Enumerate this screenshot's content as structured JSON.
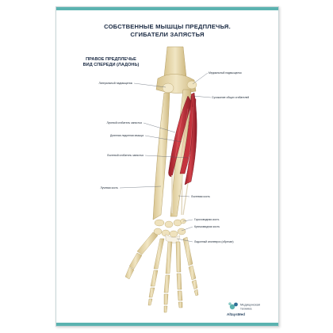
{
  "poster": {
    "title_line1": "СОБСТВЕННЫЕ МЫШЦЫ ПРЕДПЛЕЧЬЯ.",
    "title_line2": "СГИБАТЕЛИ ЗАПЯСТЬЯ",
    "subtitle_line1": "ПРАВОЕ ПРЕДПЛЕЧЬЕ",
    "subtitle_line2": "ВИД СПЕРЕДИ (ЛАДОНЬ)",
    "accent_color": "#5bb3b0",
    "muscle_color": "#c0303a",
    "bone_color": "#e7d8ad"
  },
  "labels": {
    "lateral_epicondyle": "Латеральный надмыщелок",
    "medial_epicondyle": "Медиальный надмыщелок",
    "common_flexor_tendon": "Сухожилие общих сгибателей",
    "flexor_carpi_radialis": "Лучевой сгибатель запястья",
    "palmaris_longus": "Длинная ладонная мышца",
    "flexor_carpi_ulnaris": "Локтевой сгибатель запястья",
    "radius": "Лучевая кость",
    "ulna": "Локтевая кость",
    "pisiform": "Гороховидная кость",
    "hamate": "Крючковидная кость",
    "palmar_aponeurosis": "Ладонный апоневроз (обрезан)"
  },
  "logo": {
    "brand": "AltaysMed",
    "tagline_line1": "Медицинская",
    "tagline_line2": "техника"
  }
}
